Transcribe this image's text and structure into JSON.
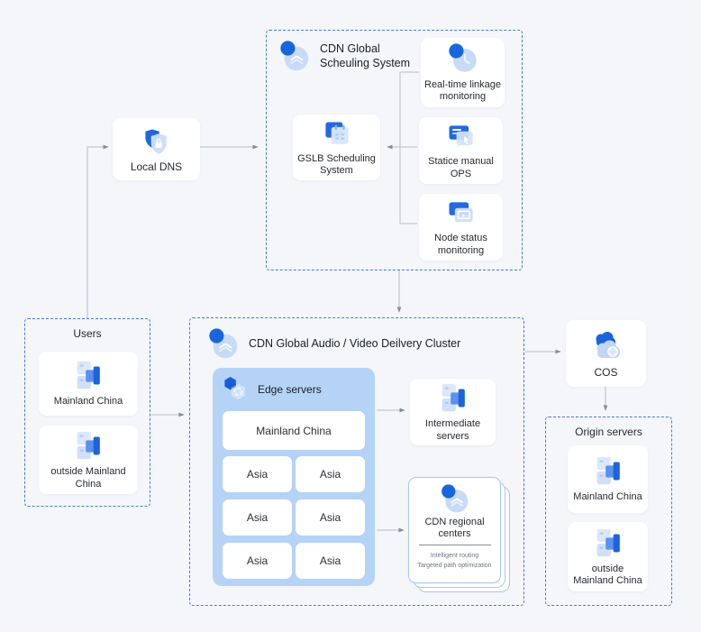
{
  "colors": {
    "accent_blue": "#1766dd",
    "icon_light_blue": "#c7dbf8",
    "edge_panel_blue": "#b5d3f6",
    "dashed_border_blue": "#4a79d8",
    "connector_gray": "#b7bcc4",
    "background": "#f4f6fa"
  },
  "scheduling_system": {
    "title": "CDN Global Scheuling System",
    "icon": "cdn-cloud-icon",
    "realtime": {
      "label": "Real-time linkage monitoring",
      "icon": "clock-monitoring-icon"
    },
    "gslb": {
      "label": "GSLB Scheduling System",
      "icon": "calendar-schedule-icon"
    },
    "static_ops": {
      "label": "Statice manual OPS",
      "icon": "manual-ops-cursor-icon"
    },
    "node_status": {
      "label": "Node status monitoring",
      "icon": "node-screens-icon"
    }
  },
  "local_dns": {
    "label": "Local DNS",
    "icon": "dns-shield-icon"
  },
  "users": {
    "title": "Users",
    "items": [
      {
        "label": "Mainland China",
        "icon": "server-icon"
      },
      {
        "label": "outside Mainland China",
        "icon": "server-icon"
      }
    ]
  },
  "delivery_cluster": {
    "title": "CDN Global Audio / Video Deilvery Cluster",
    "icon": "cdn-cloud-icon",
    "edge_servers": {
      "title": "Edge servers",
      "icon": "edge-hexagon-icon",
      "primary_region": "Mainland China",
      "regions": [
        "Asia",
        "Asia",
        "Asia",
        "Asia",
        "Asia",
        "Asia"
      ]
    },
    "intermediate": {
      "label": "Intermediate servers",
      "icon": "server-icon"
    },
    "regional_centers": {
      "title": "CDN regional centers",
      "icon": "cdn-cloud-icon",
      "features": [
        "Intelligent routing",
        "Targeted path optimization"
      ]
    }
  },
  "cos": {
    "label": "COS",
    "icon": "cos-cloud-icon"
  },
  "origin_servers": {
    "title": "Origin servers",
    "items": [
      {
        "label": "Mainland China",
        "icon": "server-icon"
      },
      {
        "label": "outside Mainland China",
        "icon": "server-icon"
      }
    ]
  }
}
